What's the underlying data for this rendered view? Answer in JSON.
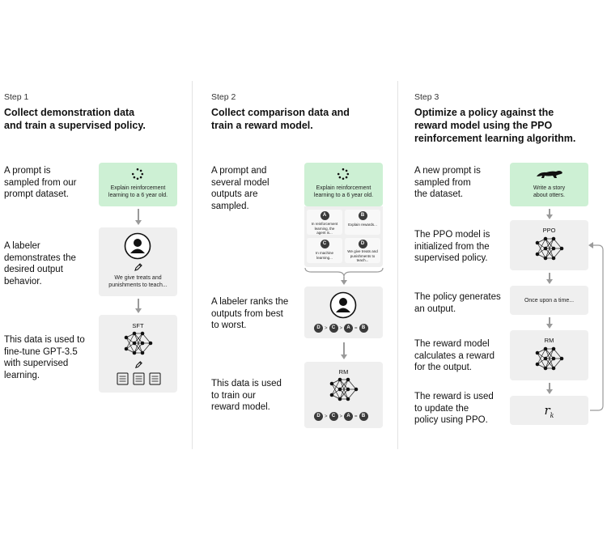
{
  "steps": [
    {
      "label": "Step 1",
      "title_line1": "Collect demonstration data",
      "title_line2": "and train a supervised policy.",
      "rows": [
        [
          "A prompt is",
          "sampled from our",
          "prompt dataset."
        ],
        [
          "A labeler",
          "demonstrates the",
          "desired output",
          "behavior."
        ],
        [
          "This data is used to",
          "fine-tune GPT-3.5",
          "with supervised",
          "learning."
        ]
      ],
      "prompt_lines": [
        "Explain reinforcement",
        "learning to a 6 year old."
      ],
      "demo_lines": [
        "We give treats and",
        "punishments to teach..."
      ],
      "model_label": "SFT"
    },
    {
      "label": "Step 2",
      "title_line1": "Collect comparison data and",
      "title_line2": "train a reward model.",
      "rows": [
        [
          "A prompt and",
          "several model",
          "outputs are",
          "sampled."
        ],
        [
          "A labeler ranks the",
          "outputs from best",
          "to worst."
        ],
        [
          "This data is used",
          "to train our",
          "reward model."
        ]
      ],
      "prompt_lines": [
        "Explain reinforcement",
        "learning to a 6 year old."
      ],
      "outputs": [
        {
          "letter": "A",
          "lines": [
            "In reinforcement",
            "learning, the",
            "agent is..."
          ]
        },
        {
          "letter": "B",
          "lines": [
            "Explain rewards..."
          ]
        },
        {
          "letter": "C",
          "lines": [
            "In machine",
            "learning..."
          ]
        },
        {
          "letter": "D",
          "lines": [
            "We give treats and",
            "punishments to",
            "teach..."
          ]
        }
      ],
      "ranking": [
        "D",
        "C",
        "A",
        "B"
      ],
      "model_label": "RM"
    },
    {
      "label": "Step 3",
      "title_line1": "Optimize a policy against the",
      "title_line2": "reward model using the PPO",
      "title_line3": "reinforcement learning algorithm.",
      "rows": [
        [
          "A new prompt is",
          "sampled from",
          "the dataset."
        ],
        [
          "The PPO model is",
          "initialized from the",
          "supervised policy."
        ],
        [
          "The policy generates",
          "an output."
        ],
        [
          "The reward model",
          "calculates a reward",
          "for the output."
        ],
        [
          "The reward is used",
          "to update the",
          "policy using PPO."
        ]
      ],
      "prompt_lines": [
        "Write a story",
        "about otters."
      ],
      "ppo_label": "PPO",
      "output_text": "Once upon a time...",
      "rm_label": "RM",
      "reward_symbol": "r",
      "reward_subscript": "k"
    }
  ],
  "icons": [
    "recycle-icon",
    "person-icon",
    "pencil-icon",
    "document-icon",
    "neural-network-icon",
    "otter-icon"
  ]
}
